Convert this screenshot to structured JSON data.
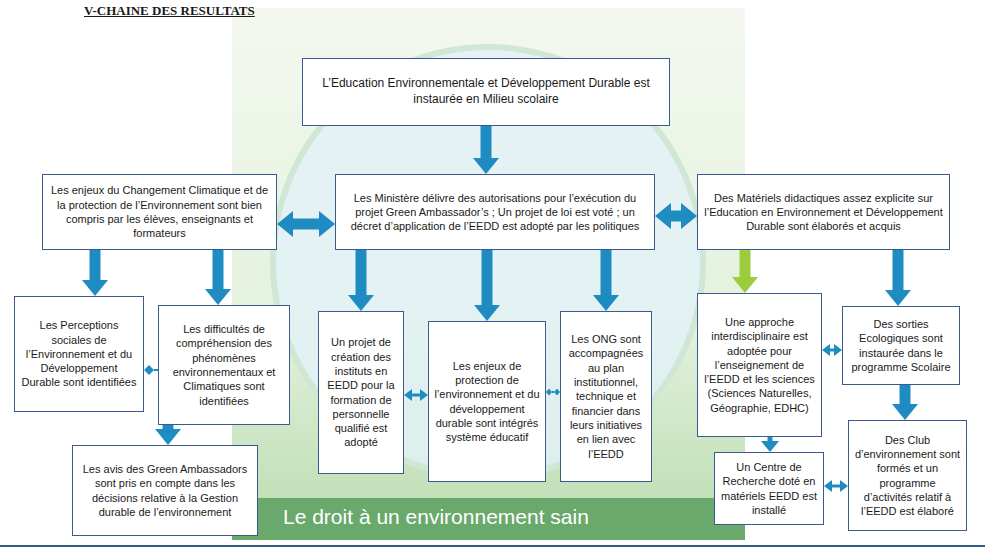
{
  "diagram": {
    "title": "V-CHAINE DES RESULTATS",
    "nodes": [
      {
        "text": [
          "L’Education Environnementale et Développement Durable est instaurée en Milieu scolaire"
        ]
      },
      {
        "text": [
          "Les enjeux du Changement Climatique et de la protection de l’Environnement sont bien compris par les élèves, enseignants et formateurs"
        ]
      },
      {
        "text": [
          "Les Ministère délivre des autorisations pour l’exécution du projet Green Ambassador’s ; Un projet de loi est voté ; un décret d’application de l’EEDD est adopté par les politiques"
        ]
      },
      {
        "text": [
          "Des Matériels didactiques assez explicite sur l’Education en Environnement et Développement Durable sont élaborés et acquis"
        ]
      },
      {
        "text": [
          "Les Perceptions sociales de l’Environnement et du Développement Durable sont identifiées"
        ]
      },
      {
        "text": [
          "Les difficultés de compréhension des phénomènes environnementaux et Climatiques sont identifiées"
        ]
      },
      {
        "text": [
          "Un projet de création des instituts en EEDD pour la formation de personnelle qualifié est adopté"
        ]
      },
      {
        "text": [
          "Les enjeux de protection de l’environnement et du développement durable sont intégrés système éducatif"
        ]
      },
      {
        "text": [
          "Les ONG sont accompagnées au plan institutionnel, technique et financier dans leurs initiatives en lien avec l’EEDD"
        ]
      },
      {
        "text": [
          "Une approche interdisciplinaire est adoptée pour l’enseignement de l’EEDD et les sciences (Sciences Naturelles, Géographie, EDHC)"
        ]
      },
      {
        "text": [
          "Des sorties Ecologiques sont instaurée dans le programme Scolaire"
        ]
      },
      {
        "text": [
          "Les avis des Green Ambassadors sont pris en compte dans les décisions relative à la Gestion durable de l’environnement"
        ]
      },
      {
        "text": [
          "Un Centre de Recherche doté en matériels EEDD est installé"
        ]
      },
      {
        "text": [
          "Des Club d’environnement sont formés et un programme d’activités relatif à l’EEDD est élaboré"
        ]
      }
    ],
    "edges": [
      {
        "from": 0,
        "to": 2,
        "arrow": "to"
      },
      {
        "from": 1,
        "to": 2,
        "arrow": "both"
      },
      {
        "from": 2,
        "to": 3,
        "arrow": "both"
      },
      {
        "from": 1,
        "to": 4,
        "arrow": "to"
      },
      {
        "from": 1,
        "to": 5,
        "arrow": "to"
      },
      {
        "from": 5,
        "to": 4,
        "arrow": "to"
      },
      {
        "from": 5,
        "to": 11,
        "arrow": "to"
      },
      {
        "from": 2,
        "to": 6,
        "arrow": "to"
      },
      {
        "from": 2,
        "to": 7,
        "arrow": "to"
      },
      {
        "from": 2,
        "to": 8,
        "arrow": "to"
      },
      {
        "from": 6,
        "to": 7,
        "arrow": "both"
      },
      {
        "from": 7,
        "to": 8,
        "arrow": "both"
      },
      {
        "from": 3,
        "to": 9,
        "arrow": "to"
      },
      {
        "from": 3,
        "to": 10,
        "arrow": "to"
      },
      {
        "from": 9,
        "to": 10,
        "arrow": "both"
      },
      {
        "from": 9,
        "to": 12,
        "arrow": "to"
      },
      {
        "from": 10,
        "to": 13,
        "arrow": "to"
      },
      {
        "from": 12,
        "to": 13,
        "arrow": "both"
      }
    ],
    "labels": [
      "Le droit à un environnement sain"
    ]
  }
}
